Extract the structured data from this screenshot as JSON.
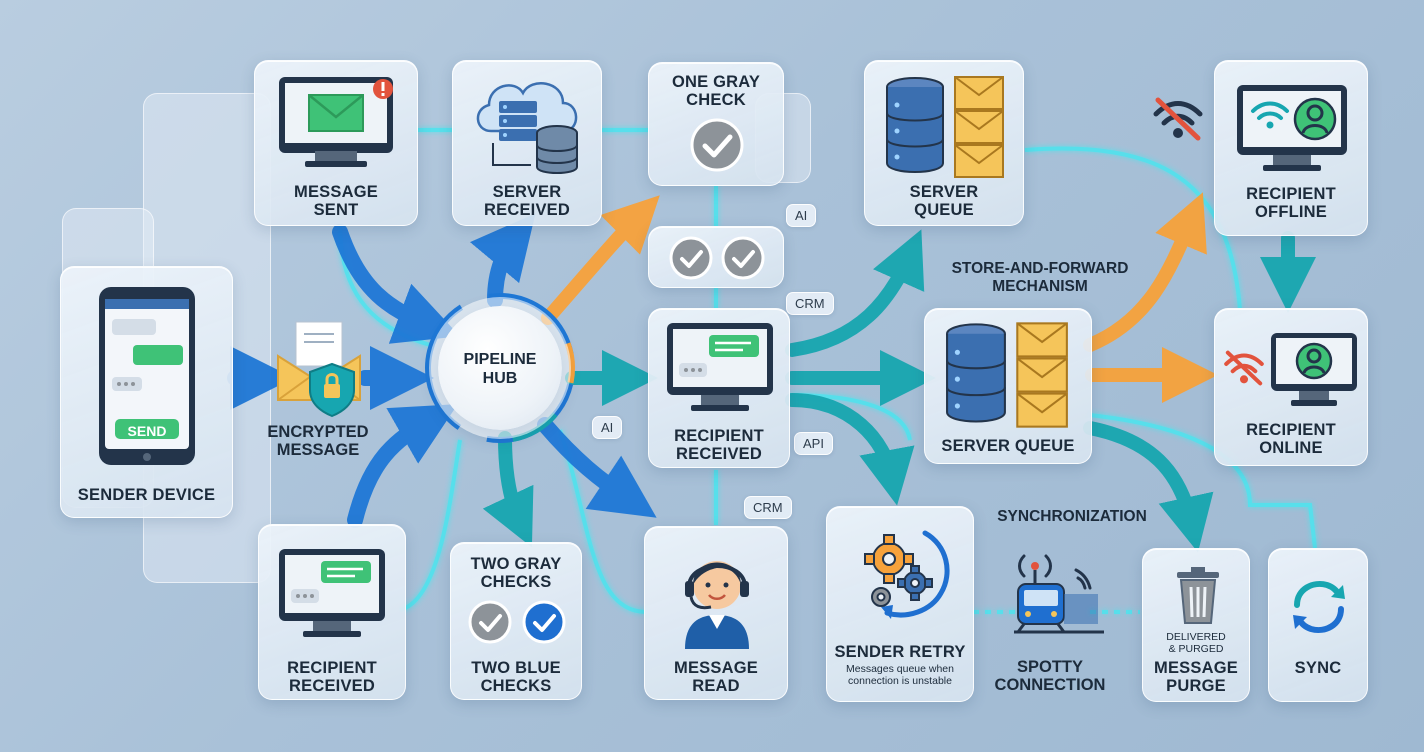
{
  "hub": {
    "line1": "PIPELINE",
    "line2": "HUB"
  },
  "cards": {
    "sender_device": "SENDER DEVICE",
    "send_button": "SEND",
    "encrypted": {
      "line1": "ENCRYPTED",
      "line2": "MESSAGE"
    },
    "message_sent": {
      "line1": "MESSAGE",
      "line2": "SENT"
    },
    "server_received": {
      "line1": "SERVER",
      "line2": "RECEIVED"
    },
    "one_gray_check": {
      "line1": "ONE GRAY",
      "line2": "CHECK"
    },
    "server_queue_top": {
      "line1": "SERVER",
      "line2": "QUEUE"
    },
    "recipient_offline": {
      "line1": "RECIPIENT",
      "line2": "OFFLINE"
    },
    "recipient_received_mid": {
      "line1": "RECIPIENT",
      "line2": "RECEIVED"
    },
    "server_queue_mid": "SERVER QUEUE",
    "recipient_online": {
      "line1": "RECIPIENT",
      "line2": "ONLINE"
    },
    "recipient_received_bottom": {
      "line1": "RECIPIENT",
      "line2": "RECEIVED"
    },
    "checks": {
      "top1": "TWO GRAY",
      "top2": "CHECKS",
      "bot1": "TWO BLUE",
      "bot2": "CHECKS"
    },
    "message_read": {
      "line1": "MESSAGE",
      "line2": "READ"
    },
    "sender_retry": {
      "line1": "SENDER RETRY",
      "sub1": "Messages queue when",
      "sub2": "connection is unstable"
    },
    "spotty": {
      "line1": "SPOTTY",
      "line2": "CONNECTION"
    },
    "purge": {
      "sub1": "DELIVERED",
      "sub2": "& PURGED",
      "line1": "MESSAGE",
      "line2": "PURGE"
    },
    "sync": "SYNC"
  },
  "labels": {
    "store_forward": {
      "line1": "STORE-AND-FORWARD",
      "line2": "MECHANISM"
    },
    "synchronization": "SYNCHRONIZATION"
  },
  "tags": {
    "ai_top": "AI",
    "crm_top": "CRM",
    "ai_mid": "AI",
    "api": "API",
    "crm_bottom": "CRM"
  },
  "colors": {
    "blue_arrow": "#1f78d6",
    "teal_arrow": "#17a6b0",
    "orange_arrow": "#f7a23b",
    "glow_line": "#4fe3ee",
    "envelope": "#f5c55a",
    "server": "#3b6fb0",
    "green_msg": "#3fc277",
    "check_gray": "#8d9399",
    "check_blue": "#1f6fd0",
    "alert_red": "#e2533d"
  },
  "icons": [
    "phone-icon",
    "envelope-lock-icon",
    "monitor-mail-icon",
    "cloud-server-icon",
    "gray-check-icon",
    "server-envelopes-icon",
    "wifi-off-icon",
    "monitor-user-icon",
    "monitor-chat-icon",
    "headset-agent-icon",
    "gears-refresh-icon",
    "train-signal-icon",
    "trash-icon",
    "sync-icon"
  ]
}
